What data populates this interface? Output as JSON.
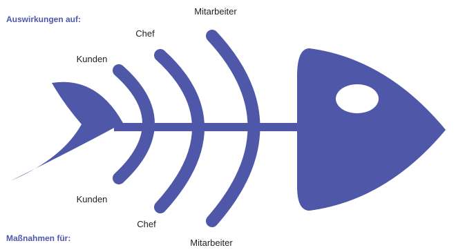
{
  "colors": {
    "fish": "#4f58a8",
    "heading": "#4f58a8",
    "eye": "#ffffff",
    "label": "#222222"
  },
  "headings": {
    "effects": "Auswirkungen auf:",
    "measures": "Maßnahmen für:"
  },
  "top_labels": {
    "kunden": "Kunden",
    "chef": "Chef",
    "mitarbeiter": "Mitarbeiter"
  },
  "bottom_labels": {
    "kunden": "Kunden",
    "chef": "Chef",
    "mitarbeiter": "Mitarbeiter"
  },
  "icons": {
    "diagram": "fishbone-icon"
  }
}
